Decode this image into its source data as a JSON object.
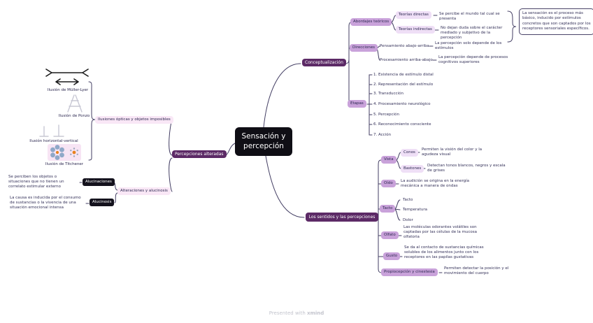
{
  "root": {
    "label": "Sensación y percepción"
  },
  "footer": {
    "prefix": "Presented with ",
    "brand": "xmind"
  },
  "colors": {
    "central_bg": "#0f0e15",
    "primary_dark": "#5c2a66",
    "branch_light": "#c9a2da",
    "leaf_pale": "#efdff6",
    "leaf_pink": "#f9e7f6",
    "leaf_black": "#14121d",
    "line": "#433e63",
    "text": "#333058",
    "illusion_orange": "#e8821e",
    "illusion_gray": "#8fa8c8"
  },
  "left": {
    "parent": "Percepciones alteradas",
    "illusions": {
      "label": "Ilusiones ópticas y objetos imposibles",
      "items": [
        {
          "label": "Ilusión de Müller-Lyer",
          "icon": "muller-lyer-icon"
        },
        {
          "label": "Ilusión de Ponzo",
          "icon": "ponzo-icon"
        },
        {
          "label": "Ilusión horizontal-vertical",
          "icon": "horizontal-vertical-icon"
        },
        {
          "label": "Ilusión de Titchener",
          "icon": "titchener-circles-icon"
        }
      ]
    },
    "alterations": {
      "label": "Alteraciones y alucinosis",
      "items": [
        {
          "label": "Alucinaciones",
          "description": "Se perciben los objetos o situaciones que no tienen un correlato estimular externo"
        },
        {
          "label": "Alucinosis",
          "description": "La causa es inducida por el consumo de sustancias o la vivencia de una situación emocional intensa"
        }
      ]
    }
  },
  "concept": {
    "label": "Conceptualización",
    "note": "La sensación es el proceso más básico, inducido por estímulos concretos que son captados por los receptores sensoriales específicos.",
    "abordajes": {
      "label": "Abordajes teóricos",
      "items": [
        {
          "label": "Teorías directas",
          "description": "Se percibe el mundo tal cual se presenta"
        },
        {
          "label": "Teorías indirectas",
          "description": "No dejan duda sobre el carácter mediado y subjetivo de la percepción"
        }
      ]
    },
    "direcciones": {
      "label": "Direcciones",
      "items": [
        {
          "label": "Pensamiento abajo-arriba",
          "description": "La percepción solo depende de los estímulos"
        },
        {
          "label": "Procesamiento arriba-abajo",
          "description": "La percepción depende de procesos cognitivos superiores"
        }
      ]
    },
    "etapas": {
      "label": "Etapas",
      "items": [
        "1. Existencia de estímulo distal",
        "2. Representación del estímulo",
        "3. Transducción",
        "4. Procesamiento neurológico",
        "5. Percepción",
        "6. Reconocimiento consciente",
        "7. Acción"
      ]
    }
  },
  "senses": {
    "label": "Los sentidos y las percepciones",
    "vista": {
      "label": "Vista",
      "items": [
        {
          "label": "Conos",
          "description": "Permiten la visión del color y la agudeza visual"
        },
        {
          "label": "Bastones",
          "description": "Detectan tonos blancos, negros y escala de grises"
        }
      ]
    },
    "oido": {
      "label": "Oído",
      "description": "La audición se origina en la energía mecánica a manera de ondas"
    },
    "tacto": {
      "label": "Tacto",
      "items": [
        "Tacto",
        "Temperatura",
        "Dolor"
      ]
    },
    "olfato": {
      "label": "Olfato",
      "description": "Las moléculas odorantes volátiles son captadas por las células de la mucosa olfatoria"
    },
    "gusto": {
      "label": "Gusto",
      "description": "Se da al contacto de sustancias químicas solubles de los alimentos junto con los receptores en las papilas gustativas"
    },
    "propiocepcion": {
      "label": "Propiocepción y cinestesia",
      "description": "Permiten detectar la posición y el movimiento del cuerpo"
    }
  }
}
